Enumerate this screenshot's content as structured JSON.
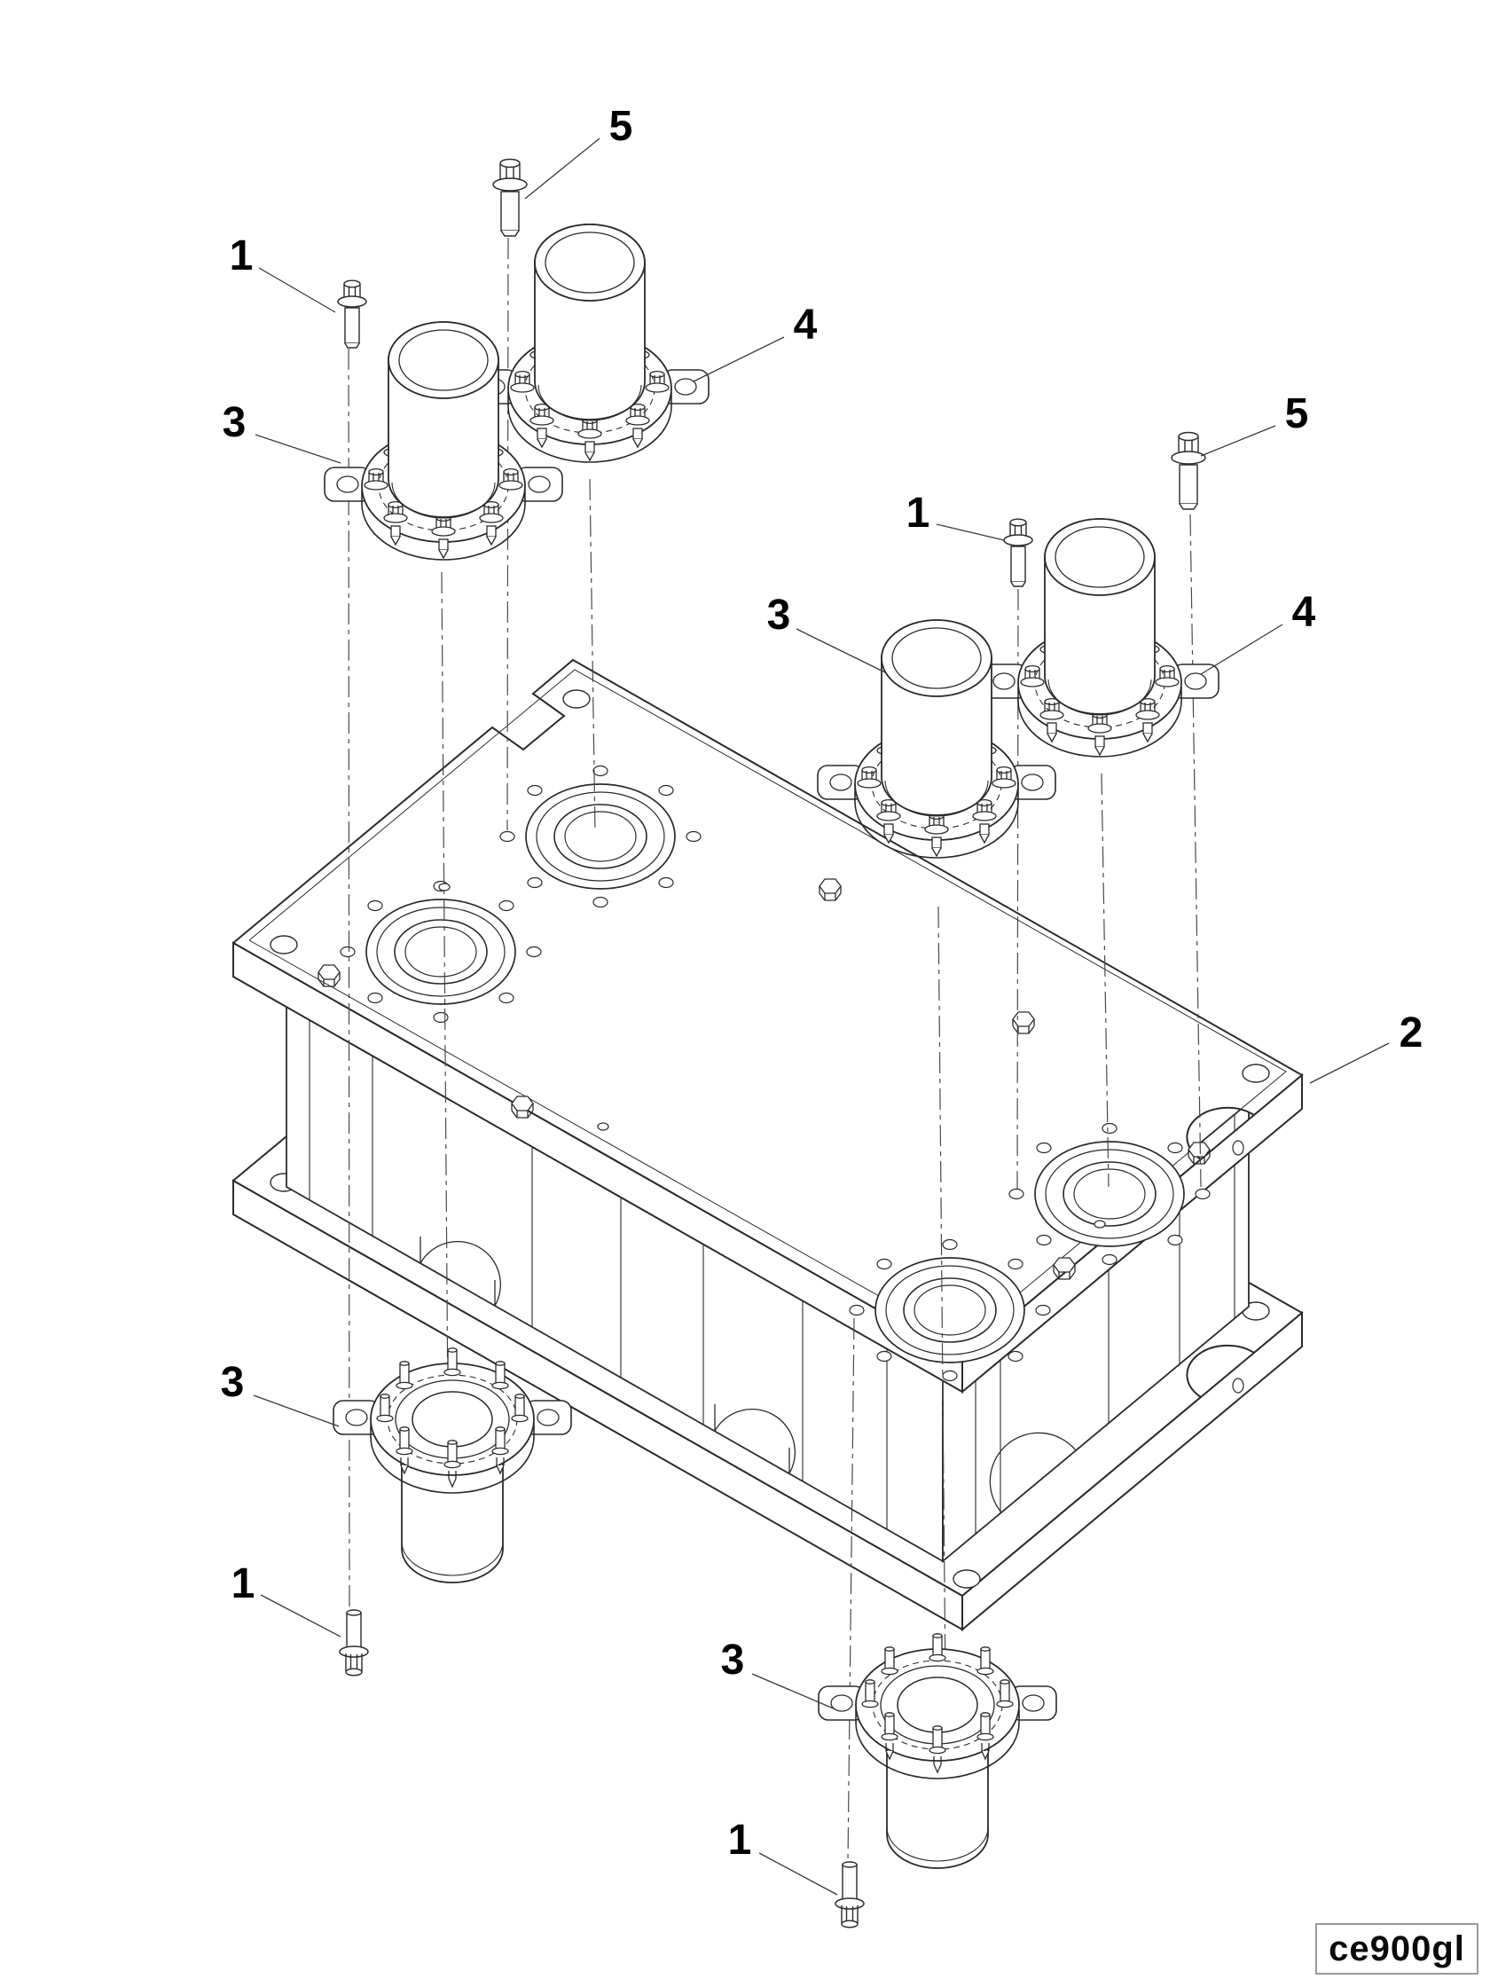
{
  "diagram": {
    "drawing_code": "ce900gl",
    "background_color": "#ffffff",
    "line_color": "#2b2b2b",
    "callouts": [
      {
        "id": "callout-5-top-left",
        "label": "5"
      },
      {
        "id": "callout-1-top-left",
        "label": "1"
      },
      {
        "id": "callout-4-top-left",
        "label": "4"
      },
      {
        "id": "callout-3-top-left",
        "label": "3"
      },
      {
        "id": "callout-5-right",
        "label": "5"
      },
      {
        "id": "callout-1-right",
        "label": "1"
      },
      {
        "id": "callout-3-right",
        "label": "3"
      },
      {
        "id": "callout-4-right",
        "label": "4"
      },
      {
        "id": "callout-2-body",
        "label": "2"
      },
      {
        "id": "callout-3-bottom-left",
        "label": "3"
      },
      {
        "id": "callout-1-bottom-left",
        "label": "1"
      },
      {
        "id": "callout-3-bottom-right",
        "label": "3"
      },
      {
        "id": "callout-1-bottom-right",
        "label": "1"
      }
    ]
  }
}
